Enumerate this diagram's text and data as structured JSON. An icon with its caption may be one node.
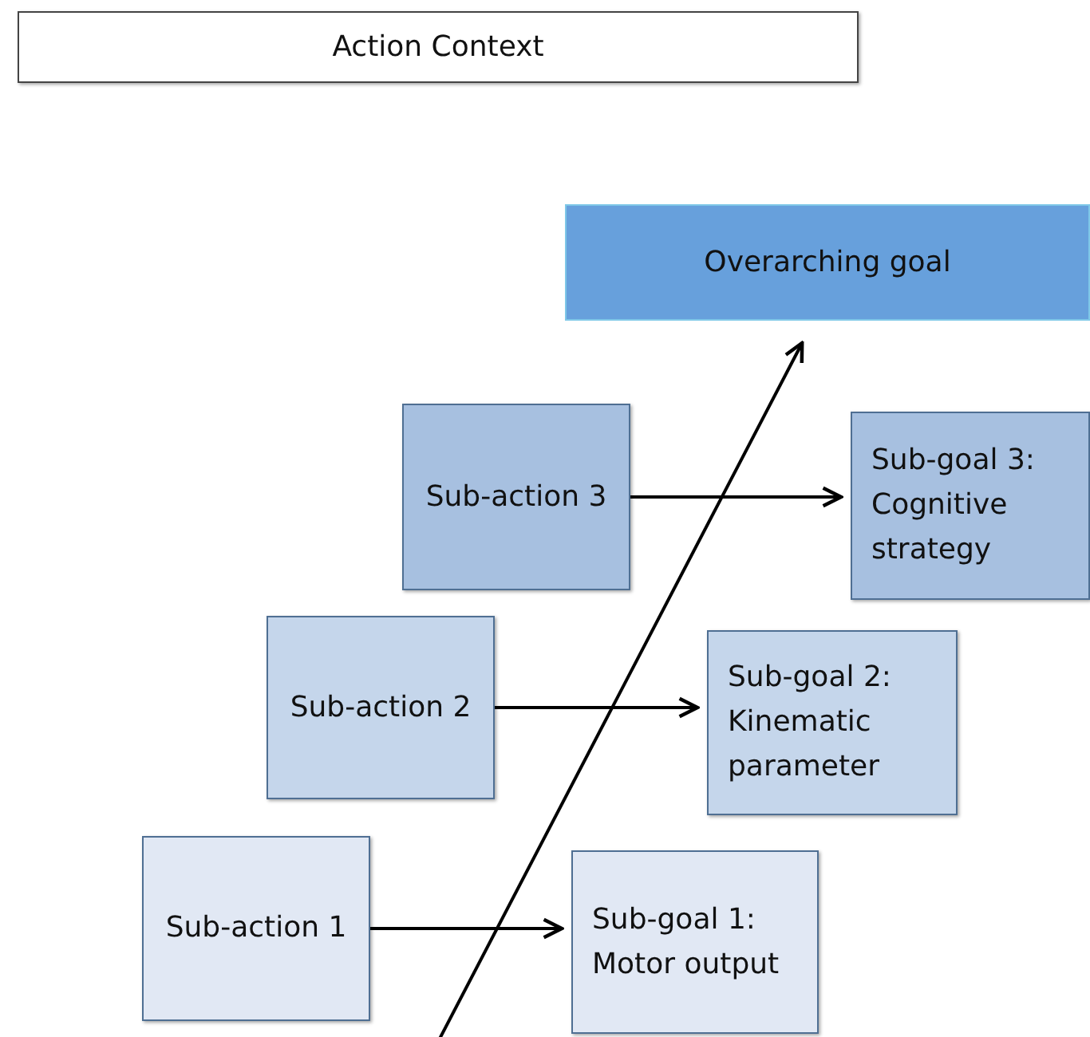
{
  "diagram": {
    "nodes": [
      {
        "text": [
          "Action Context"
        ]
      },
      {
        "text": [
          "Overarching goal"
        ]
      },
      {
        "text": [
          "Sub-action 3"
        ]
      },
      {
        "text": [
          "Sub-goal 3: Cognitive strategy"
        ]
      },
      {
        "text": [
          "Sub-action 2"
        ]
      },
      {
        "text": [
          "Sub-goal 2: Kinematic parameter"
        ]
      },
      {
        "text": [
          "Sub-action 1"
        ]
      },
      {
        "text": [
          "Sub-goal 1: Motor output"
        ]
      }
    ],
    "edges": [
      {
        "from": null,
        "to": 1,
        "arrow": "to"
      },
      {
        "from": 2,
        "to": 3,
        "arrow": "to"
      },
      {
        "from": 4,
        "to": 5,
        "arrow": "to"
      },
      {
        "from": 6,
        "to": 7,
        "arrow": "to"
      }
    ]
  }
}
